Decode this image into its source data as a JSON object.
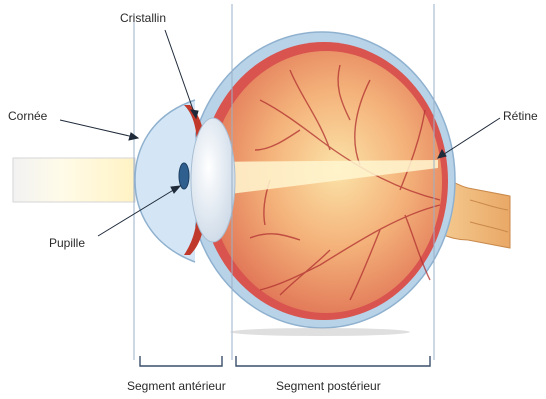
{
  "labels": {
    "cristallin": "Cristallin",
    "cornee": "Cornée",
    "retine": "Rétine",
    "pupille": "Pupille",
    "segment_anterieur": "Segment antérieur",
    "segment_posterieur": "Segment postérieur"
  },
  "colors": {
    "sclera": "#b8d3e8",
    "choroid": "#d9534f",
    "interior": "#f0a06b",
    "light_beam": "#fff6d0",
    "lens": "#e4ecf5",
    "pupil": "#2f5f8f",
    "optic_nerve": "#f5c48a",
    "guide_line": "#9ab0c8",
    "vessel": "#b03030"
  }
}
